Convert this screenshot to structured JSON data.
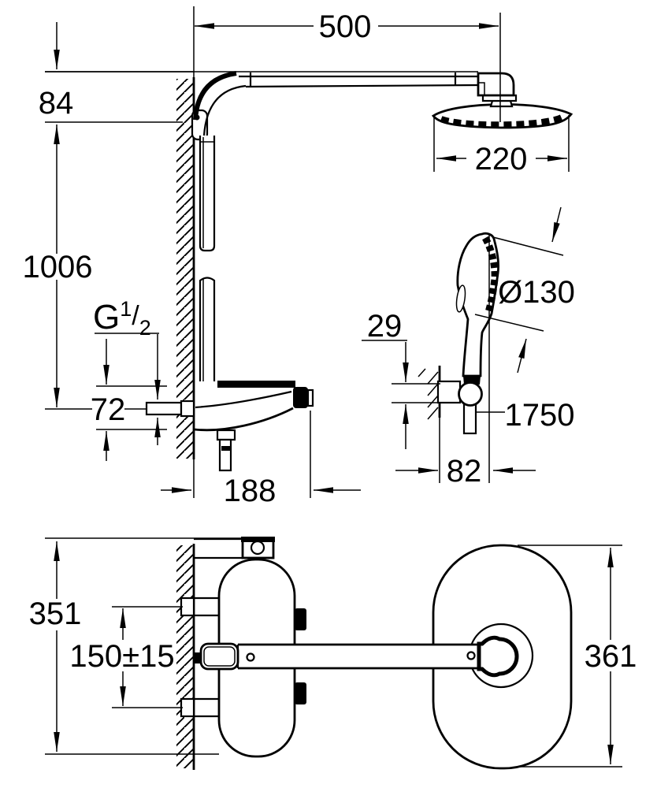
{
  "drawing": {
    "side_view": {
      "dim_500": "500",
      "dim_84": "84",
      "dim_1006": "1006",
      "dim_220": "220",
      "dim_o130": "Ø130",
      "dim_29": "29",
      "thread_g": "G",
      "thread_num": "1",
      "thread_slash": "/",
      "thread_den": "2",
      "dim_72": "72",
      "dim_1750": "1750",
      "dim_82": "82",
      "dim_188": "188"
    },
    "top_view": {
      "dim_351": "351",
      "dim_150": "150±15",
      "dim_361": "361"
    }
  }
}
